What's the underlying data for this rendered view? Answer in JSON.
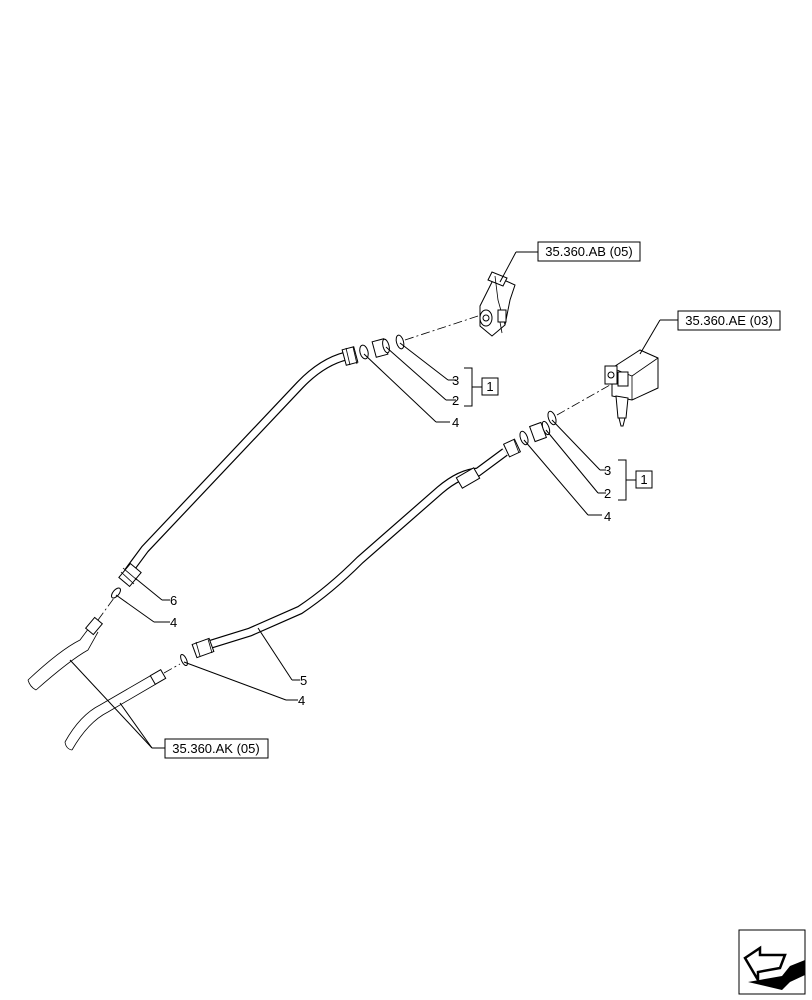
{
  "refs": {
    "ab": "35.360.AB (05)",
    "ae": "35.360.AE (03)",
    "ak": "35.360.AK (05)"
  },
  "callouts": {
    "upper": {
      "three": "3",
      "two": "2",
      "four": "4",
      "group": "1"
    },
    "lower": {
      "three": "3",
      "two": "2",
      "four": "4",
      "group": "1"
    },
    "six": "6",
    "four_left": "4",
    "five": "5",
    "four_bottom": "4"
  },
  "nav_icon": "arrow-navigation-icon"
}
